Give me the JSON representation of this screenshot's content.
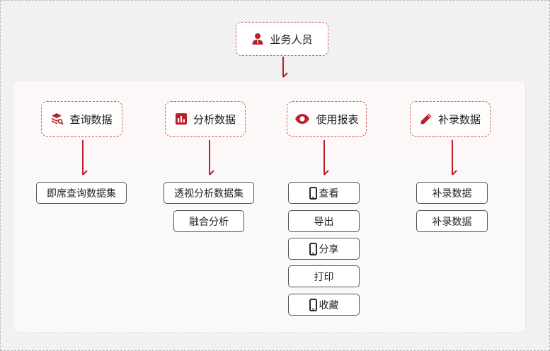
{
  "colors": {
    "accent": "#b8202c",
    "dashed_border": "#cf5c66",
    "frame_bg": "#f1f1f1",
    "band_bg": "#fdf8f8",
    "panel_bg": "#f9f9f9",
    "leaf_border": "#555555"
  },
  "root": {
    "label": "业务人员",
    "icon": "user-icon"
  },
  "categories": [
    {
      "label": "查询数据",
      "icon": "layers-search-icon",
      "items": [
        {
          "label": "即席查询数据集",
          "icon": null
        }
      ]
    },
    {
      "label": "分析数据",
      "icon": "bar-chart-icon",
      "items": [
        {
          "label": "透视分析数据集",
          "icon": null
        },
        {
          "label": "融合分析",
          "icon": null
        }
      ]
    },
    {
      "label": "使用报表",
      "icon": "eye-icon",
      "items": [
        {
          "label": "查看",
          "icon": "mobile-phone-icon"
        },
        {
          "label": "导出",
          "icon": null
        },
        {
          "label": "分享",
          "icon": "mobile-phone-icon"
        },
        {
          "label": "打印",
          "icon": null
        },
        {
          "label": "收藏",
          "icon": "mobile-phone-icon"
        }
      ]
    },
    {
      "label": "补录数据",
      "icon": "pencil-icon",
      "items": [
        {
          "label": "补录数据",
          "icon": null
        },
        {
          "label": "补录数据",
          "icon": null
        }
      ]
    }
  ]
}
